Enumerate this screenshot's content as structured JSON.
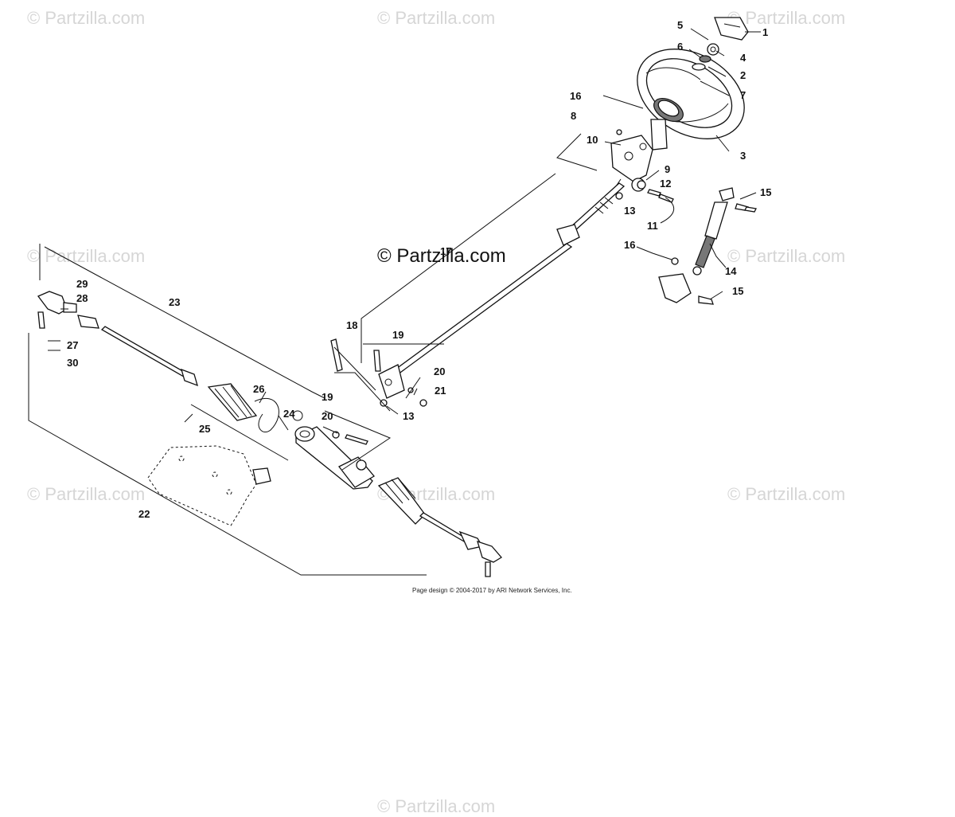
{
  "watermarks": [
    "© Partzilla.com",
    "© Partzilla.com",
    "© Partzilla.com",
    "© Partzilla.com",
    "© Partzilla.com",
    "© Partzilla.com",
    "© Partzilla.com",
    "© Partzilla.com",
    "© Partzilla.com"
  ],
  "center_mark": "© Partzilla.com",
  "footer": "Page design © 2004-2017 by ARI Network Services, Inc.",
  "callouts": [
    "1",
    "2",
    "3",
    "4",
    "5",
    "6",
    "7",
    "8",
    "9",
    "10",
    "11",
    "12",
    "13",
    "13",
    "14",
    "15",
    "15",
    "16",
    "16",
    "17",
    "18",
    "19",
    "19",
    "20",
    "20",
    "21",
    "22",
    "23",
    "24",
    "25",
    "26",
    "27",
    "28",
    "29",
    "30"
  ]
}
